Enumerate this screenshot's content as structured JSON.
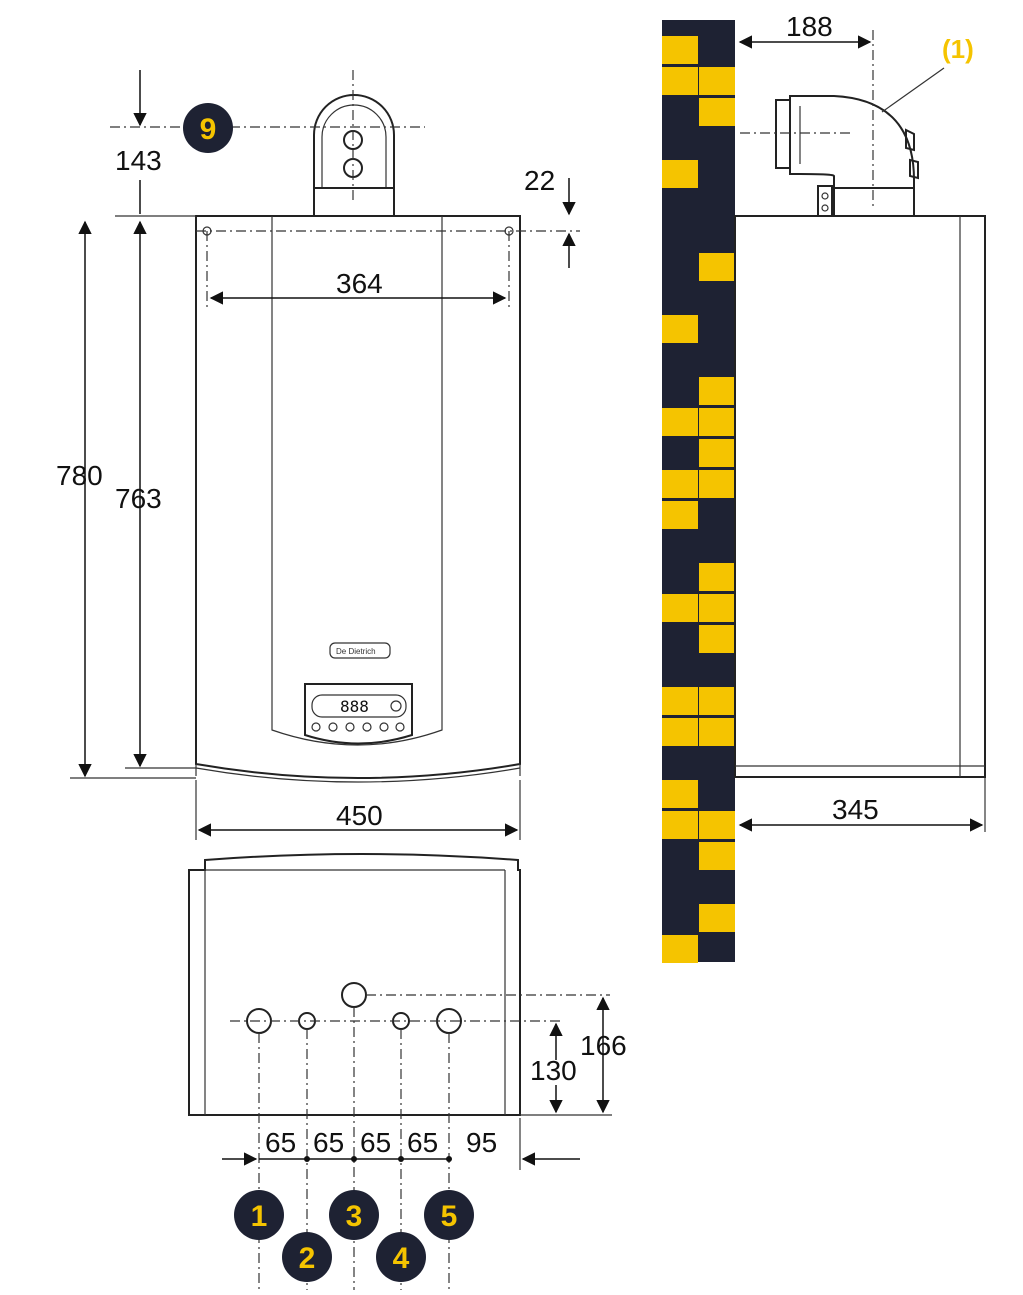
{
  "colors": {
    "accent_yellow": "#f5c400",
    "badge_dark": "#1e2233",
    "wall_dark": "#1e2233",
    "line": "#222222"
  },
  "dimensions": {
    "front_height_total": "780",
    "front_height_casing": "763",
    "flue_height": "143",
    "mount_offset": "22",
    "mount_spacing": "364",
    "front_width": "450",
    "side_flue_offset": "188",
    "side_depth": "345",
    "bottom_height_a": "166",
    "bottom_height_b": "130",
    "spacing_1": "65",
    "spacing_2": "65",
    "spacing_3": "65",
    "spacing_4": "65",
    "spacing_5": "95"
  },
  "labels": {
    "flue_ref": "(1)",
    "brand": "De Dietrich",
    "display": "888"
  },
  "badges": [
    "1",
    "2",
    "3",
    "4",
    "5",
    "9"
  ]
}
